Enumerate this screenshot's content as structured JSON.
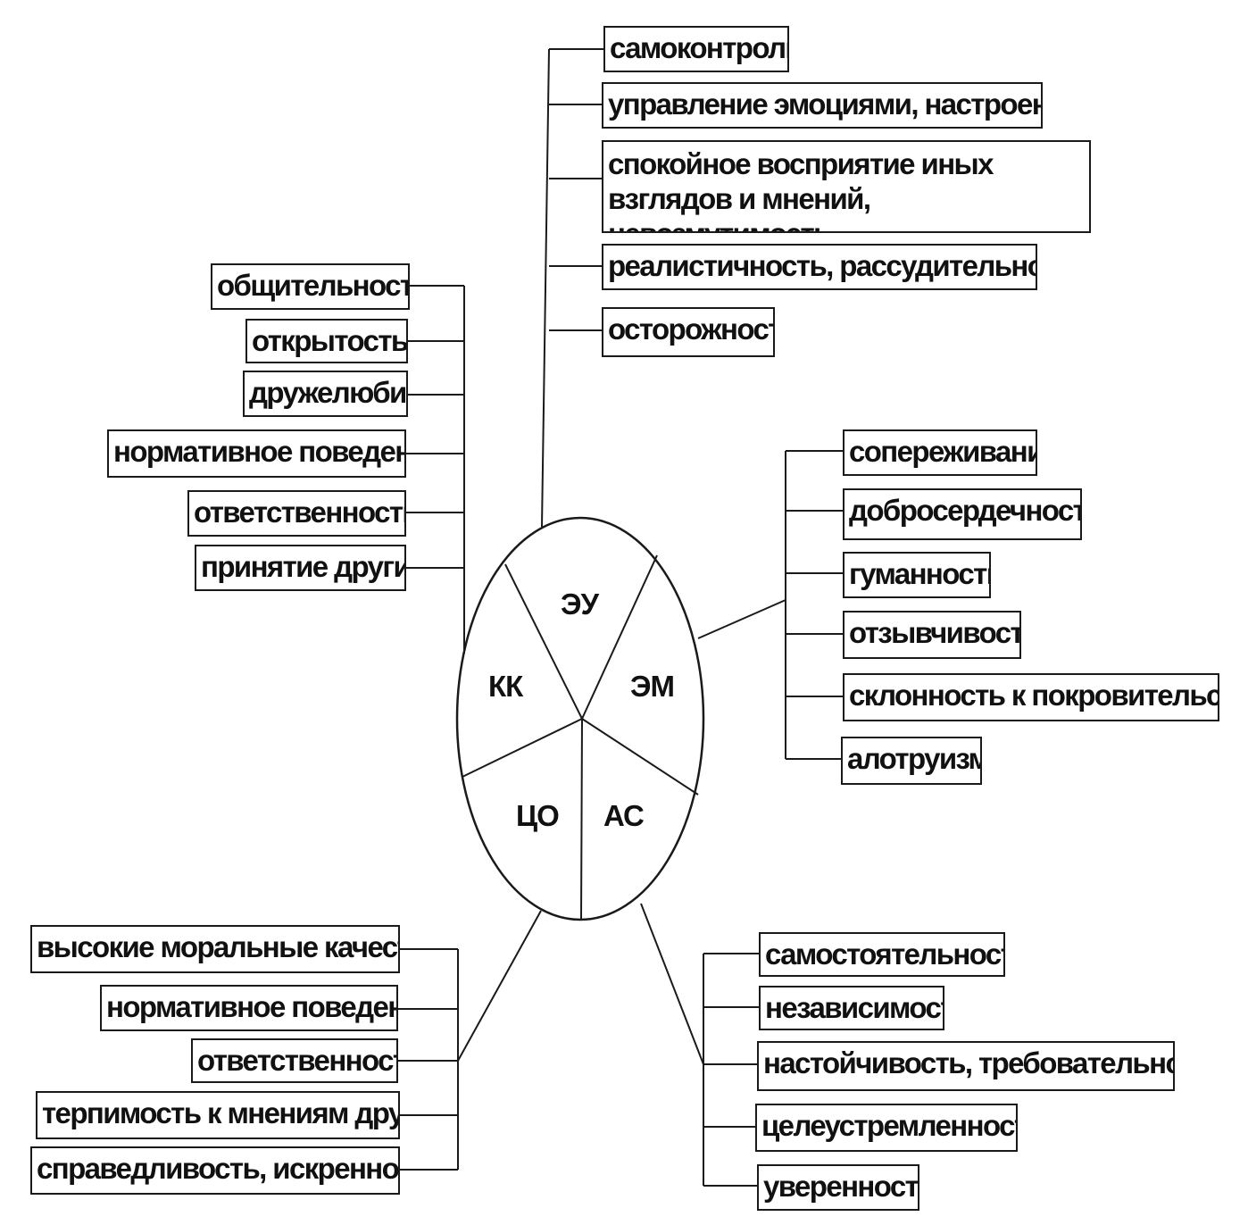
{
  "center": {
    "segments": {
      "top": "ЭУ",
      "right": "ЭМ",
      "bottom_right": "АС",
      "bottom_left": "ЦО",
      "left": "КК"
    }
  },
  "groups": {
    "top_right": [
      "самоконтроль",
      "управление эмоциями, настроением",
      "спокойное восприятие иных взглядов и мнений, невозмутимость",
      "реалистичность, рассудительность",
      "осторожность"
    ],
    "left": [
      "общительность",
      "открытость",
      "дружелюбие",
      "нормативное поведение",
      "ответственность",
      "принятие других"
    ],
    "right": [
      "сопереживание",
      "добросердечность",
      "гуманность",
      "отзывчивость",
      "склонность к покровительству",
      "алотруизм"
    ],
    "bottom_left": [
      "высокие моральные качества",
      "нормативное поведение",
      "ответственность",
      "терпимость к мнениям других",
      "справедливость, искренность"
    ],
    "bottom_right": [
      "самостоятельность",
      "независимость",
      "настойчивость, требовательность",
      "целеустремленность",
      "уверенность"
    ]
  }
}
